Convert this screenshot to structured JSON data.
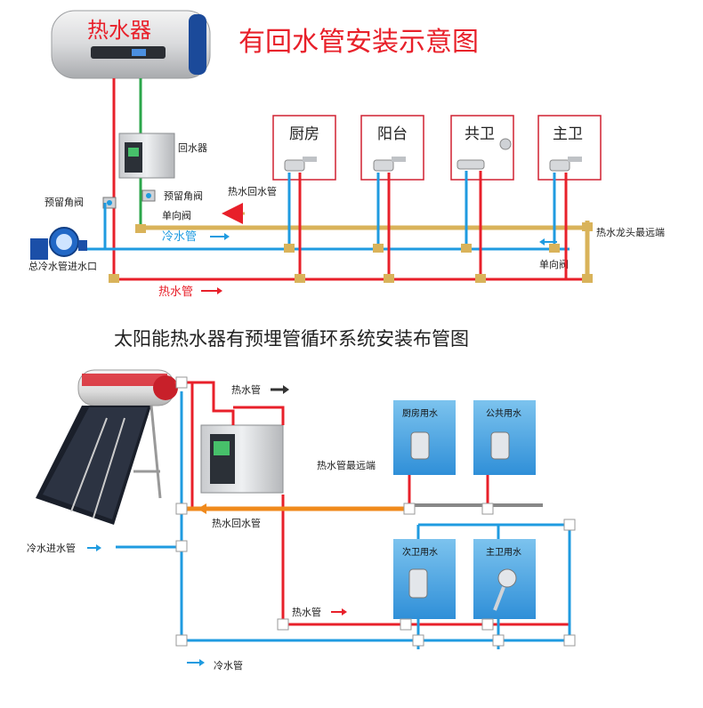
{
  "top": {
    "title": "有回水管安装示意图",
    "heater_label": "热水器",
    "pump_label": "回水器",
    "valve_label_left": "预留角阀",
    "valve_label_right": "预留角阀",
    "return_pipe_label": "热水回水管",
    "check_valve_label": "单向阀",
    "cold_pipe_label": "冷水管",
    "hot_pipe_label": "热水管",
    "inlet_label": "总冷水管进水口",
    "far_end_label": "热水龙头最远端",
    "check_valve_label_2": "单向阀",
    "rooms": [
      "厨房",
      "阳台",
      "共卫",
      "主卫"
    ]
  },
  "bottom": {
    "title": "太阳能热水器有预埋管循环系统安装布管图",
    "hot_pipe_label": "热水管",
    "far_end_label": "热水管最远端",
    "return_pipe_label": "热水回水管",
    "cold_in_label": "冷水进水管",
    "hot_pipe_label_2": "热水管",
    "cold_pipe_label": "冷水管",
    "rooms": [
      "厨房用水",
      "公共用水",
      "次卫用水",
      "主卫用水"
    ]
  },
  "colors": {
    "hot": "#e8202a",
    "cold": "#1f9be0",
    "return": "#d9b35a",
    "return_orange": "#f08a1c",
    "title_red": "#e8202a",
    "room_blue": "#2f8fd8"
  }
}
